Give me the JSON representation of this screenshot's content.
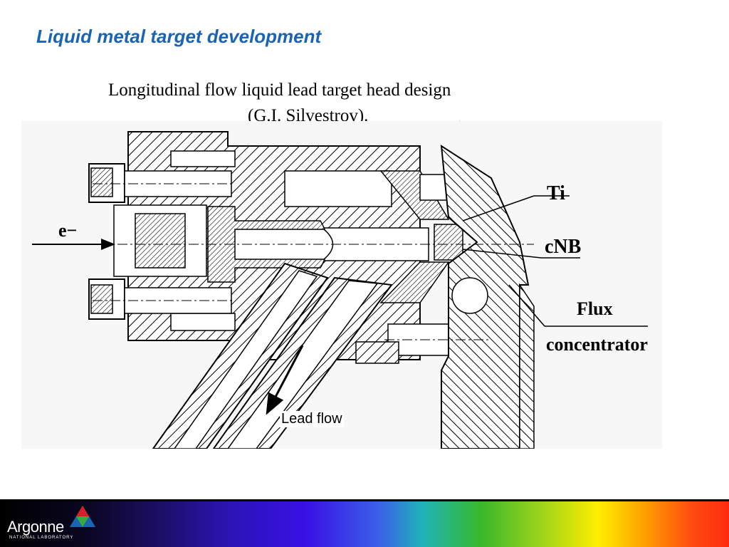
{
  "slide": {
    "title": "Liquid metal target development"
  },
  "diagram": {
    "heading_line1": "Longitudinal flow liquid lead target head design",
    "heading_line2": "(G.I. Silvestrov).",
    "beam_label": "e−",
    "labels": {
      "ti": "Ti",
      "cnb": "cNB",
      "flux_line1": "Flux",
      "flux_line2": "concentrator"
    },
    "lead_flow_label": "Lead flow"
  },
  "footer": {
    "logo_text": "Argonne",
    "logo_subtext": "NATIONAL LABORATORY",
    "colors": {
      "title": "#1a64b4",
      "logo_red": "#d4202a",
      "logo_blue": "#1a64b4",
      "logo_green": "#3aa83a"
    }
  }
}
